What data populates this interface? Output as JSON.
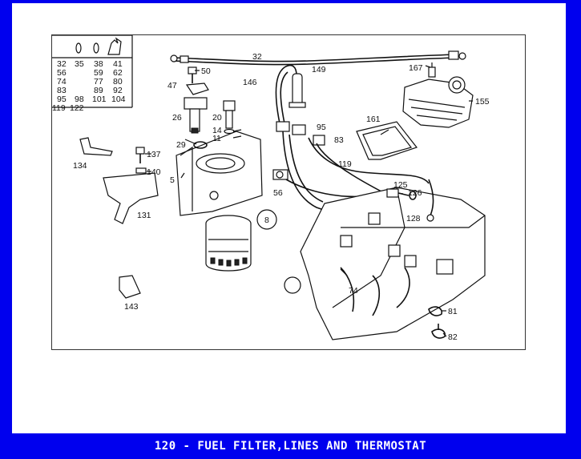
{
  "caption": "120 - FUEL FILTER,LINES AND THERMOSTAT",
  "legend_table": {
    "rows": [
      [
        "32",
        "35",
        "38",
        "41"
      ],
      [
        "56",
        "",
        "59",
        "62"
      ],
      [
        "74",
        "",
        "77",
        "80"
      ],
      [
        "83",
        "",
        "89",
        "92"
      ],
      [
        "95",
        "98",
        "101",
        "104"
      ],
      [
        "119",
        "122",
        "",
        ""
      ]
    ]
  },
  "callouts": [
    {
      "id": "32",
      "label": "32"
    },
    {
      "id": "50",
      "label": "50"
    },
    {
      "id": "149",
      "label": "149"
    },
    {
      "id": "167",
      "label": "167"
    },
    {
      "id": "47",
      "label": "47"
    },
    {
      "id": "146",
      "label": "146"
    },
    {
      "id": "155",
      "label": "155"
    },
    {
      "id": "26",
      "label": "26"
    },
    {
      "id": "20",
      "label": "20"
    },
    {
      "id": "14",
      "label": "14"
    },
    {
      "id": "11",
      "label": "11"
    },
    {
      "id": "95",
      "label": "95"
    },
    {
      "id": "83",
      "label": "83"
    },
    {
      "id": "161",
      "label": "161"
    },
    {
      "id": "29",
      "label": "29"
    },
    {
      "id": "137",
      "label": "137"
    },
    {
      "id": "134",
      "label": "134"
    },
    {
      "id": "140",
      "label": "140"
    },
    {
      "id": "5",
      "label": "5"
    },
    {
      "id": "119",
      "label": "119"
    },
    {
      "id": "56",
      "label": "56"
    },
    {
      "id": "125",
      "label": "125"
    },
    {
      "id": "126",
      "label": "126"
    },
    {
      "id": "128",
      "label": "128"
    },
    {
      "id": "131",
      "label": "131"
    },
    {
      "id": "8",
      "label": "8"
    },
    {
      "id": "74",
      "label": "74"
    },
    {
      "id": "143",
      "label": "143"
    },
    {
      "id": "81",
      "label": "81"
    },
    {
      "id": "82",
      "label": "82"
    }
  ]
}
